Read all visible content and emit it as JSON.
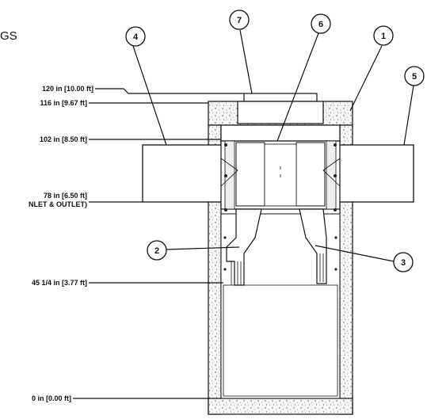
{
  "title_fragment": "GS",
  "elevations": [
    {
      "id": "elev-120",
      "text": "120 in [10.00 ft]"
    },
    {
      "id": "elev-116",
      "text": "116 in [9.67 ft]"
    },
    {
      "id": "elev-102",
      "text": "102 in [8.50 ft]"
    },
    {
      "id": "elev-78",
      "text": "78 in [6.50 ft]"
    },
    {
      "id": "elev-78-note",
      "text": "NLET & OUTLET)"
    },
    {
      "id": "elev-45",
      "text": "45 1/4 in [3.77 ft]"
    },
    {
      "id": "elev-0",
      "text": "0 in [0.00 ft]"
    }
  ],
  "callouts": [
    {
      "id": "callout-1",
      "text": "1"
    },
    {
      "id": "callout-2",
      "text": "2"
    },
    {
      "id": "callout-3",
      "text": "3"
    },
    {
      "id": "callout-4",
      "text": "4"
    },
    {
      "id": "callout-5",
      "text": "5"
    },
    {
      "id": "callout-6",
      "text": "6"
    },
    {
      "id": "callout-7",
      "text": "7"
    }
  ],
  "colors": {
    "line": "#111111",
    "concrete": "#f4f4f4",
    "stipple": "#555555"
  }
}
